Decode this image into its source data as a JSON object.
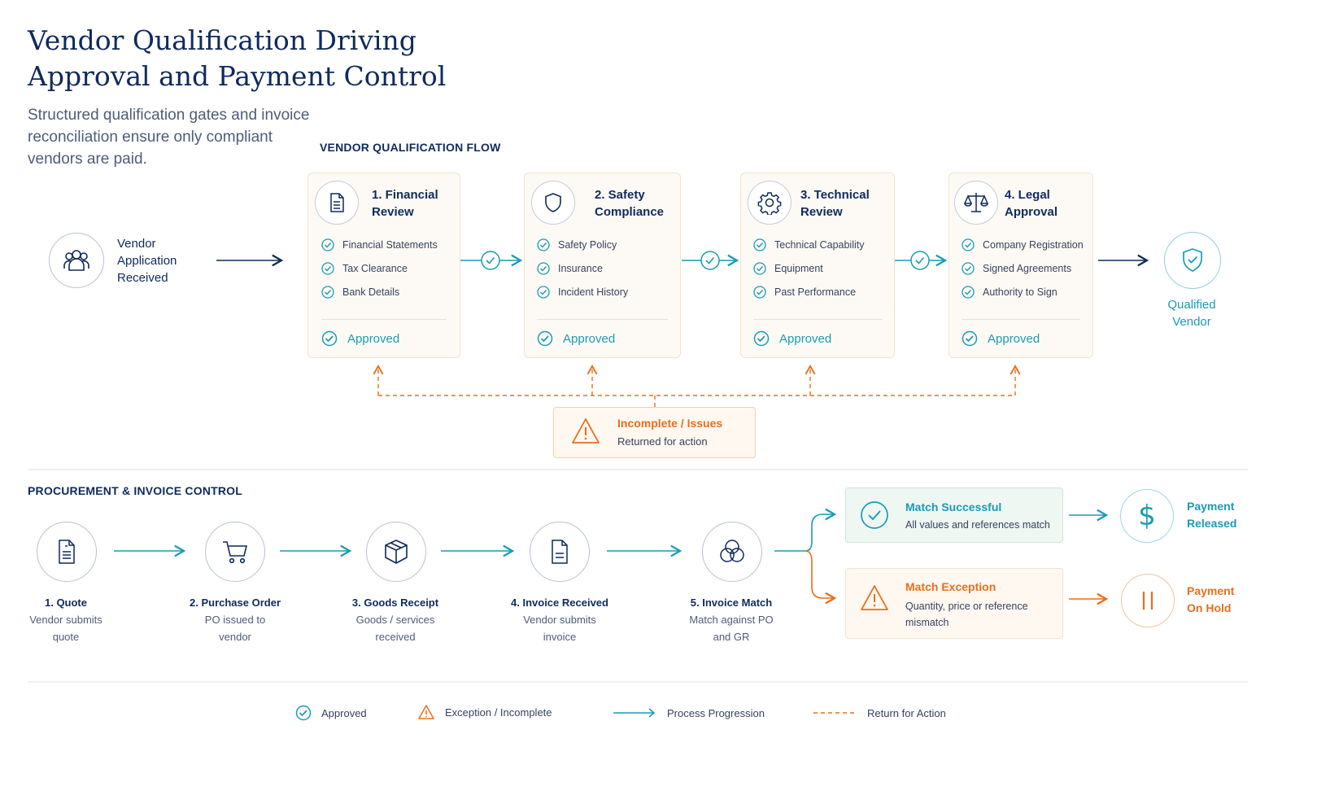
{
  "title": "Vendor Qualification Driving Approval and Payment Control",
  "subtitle": "Structured qualification gates and invoice reconciliation ensure only compliant vendors are paid.",
  "vendor_flow": {
    "label": "VENDOR QUALIFICATION FLOW",
    "start": "Vendor Application Received",
    "end": "Qualified Vendor",
    "stages": [
      {
        "title": "1. Financial Review",
        "items": [
          "Financial Statements",
          "Tax Clearance",
          "Bank Details"
        ],
        "status": "Approved",
        "icon": "document-icon"
      },
      {
        "title": "2. Safety Compliance",
        "items": [
          "Safety Policy",
          "Insurance",
          "Incident History"
        ],
        "status": "Approved",
        "icon": "shield-icon"
      },
      {
        "title": "3. Technical Review",
        "items": [
          "Technical Capability",
          "Equipment",
          "Past Performance"
        ],
        "status": "Approved",
        "icon": "gear-icon"
      },
      {
        "title": "4. Legal Approval",
        "items": [
          "Company Registration",
          "Signed Agreements",
          "Authority to Sign"
        ],
        "status": "Approved",
        "icon": "scales-icon"
      }
    ],
    "issue": {
      "title": "Incomplete / Issues",
      "text": "Returned for action"
    }
  },
  "procurement": {
    "label": "PROCUREMENT & INVOICE CONTROL",
    "steps": [
      {
        "title": "1. Quote",
        "line1": "Vendor submits",
        "line2": "quote"
      },
      {
        "title": "2. Purchase Order",
        "line1": "PO issued to",
        "line2": "vendor"
      },
      {
        "title": "3. Goods Receipt",
        "line1": "Goods / services",
        "line2": "received"
      },
      {
        "title": "4. Invoice Received",
        "line1": "Vendor submits",
        "line2": "invoice"
      },
      {
        "title": "5. Invoice Match",
        "line1": "Match against PO",
        "line2": "and GR"
      }
    ],
    "match_success": {
      "title": "Match Successful",
      "text": "All values and references match"
    },
    "match_exception": {
      "title": "Match Exception",
      "text": "Quantity, price or reference mismatch"
    },
    "payment_released": "Payment Released",
    "payment_hold": "Payment On Hold"
  },
  "legend": {
    "approved": "Approved",
    "exception": "Exception / Incomplete",
    "progression": "Process Progression",
    "return": "Return for Action"
  },
  "colors": {
    "navy": "#0f2a5c",
    "teal": "#1a9bb5",
    "orange": "#e86e1d",
    "success_bg": "#eef7f2",
    "card_bg": "#fdfaf5"
  }
}
